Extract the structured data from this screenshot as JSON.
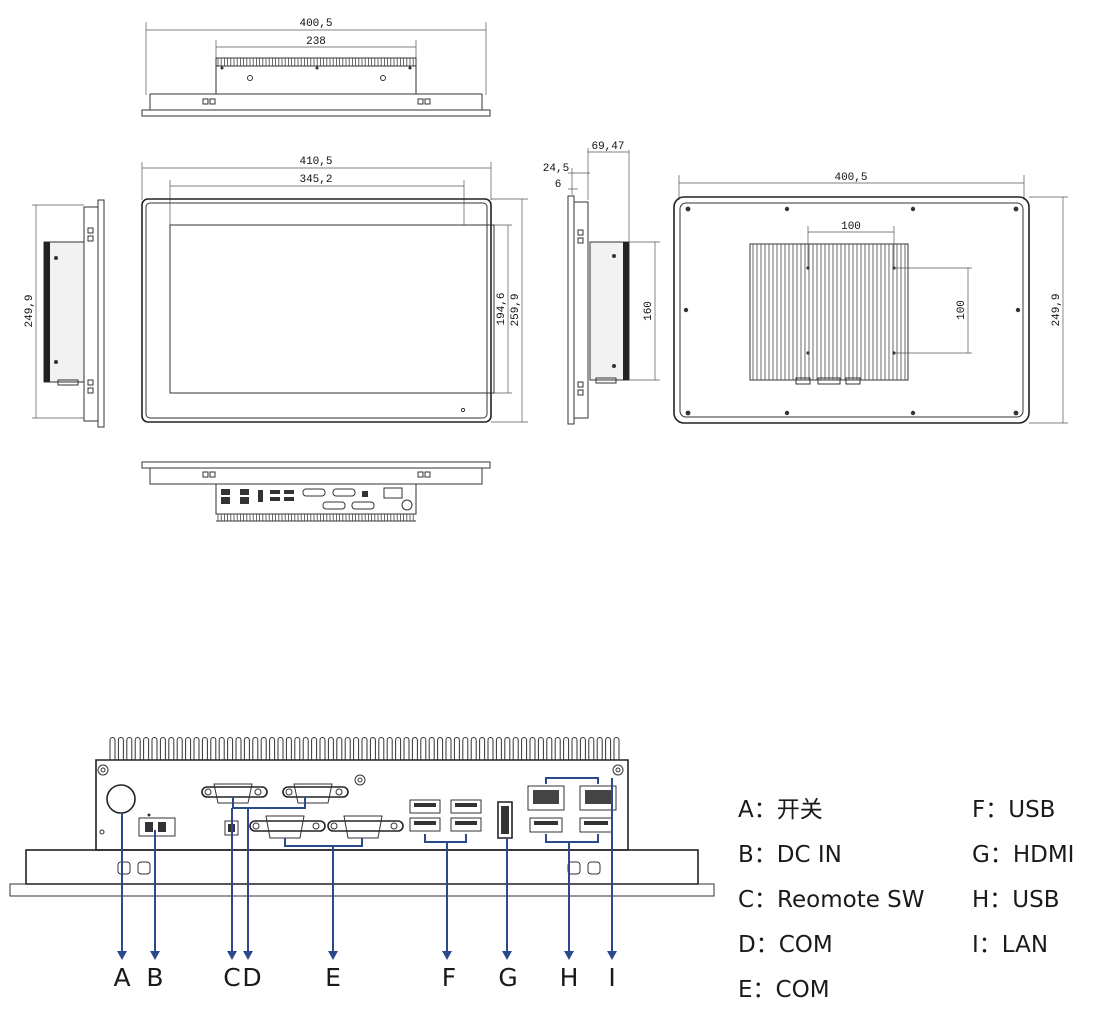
{
  "dimensions": {
    "top_width": "400,5",
    "top_inner": "238",
    "front_width": "410,5",
    "front_screen_width": "345,2",
    "front_height": "259,9",
    "front_screen_height": "194,6",
    "left_height": "249,9",
    "side_depth": "69,47",
    "side_bezel": "24,5",
    "side_lip": "6",
    "side_body_height": "160",
    "back_width": "400,5",
    "back_height": "249,9",
    "vesa_h": "100",
    "vesa_v": "100"
  },
  "callouts": [
    {
      "letter": "A"
    },
    {
      "letter": "B"
    },
    {
      "letter": "C"
    },
    {
      "letter": "D"
    },
    {
      "letter": "E"
    },
    {
      "letter": "F"
    },
    {
      "letter": "G"
    },
    {
      "letter": "H"
    },
    {
      "letter": "I"
    }
  ],
  "legend_left": [
    "A：开关",
    "B：DC IN",
    "C：Reomote SW",
    "D：COM",
    "E：COM"
  ],
  "legend_right": [
    "F：USB",
    "G：HDMI",
    "H：USB",
    "I：LAN"
  ],
  "colors": {
    "arrow": "#2a4a8c",
    "line": "#333333"
  }
}
